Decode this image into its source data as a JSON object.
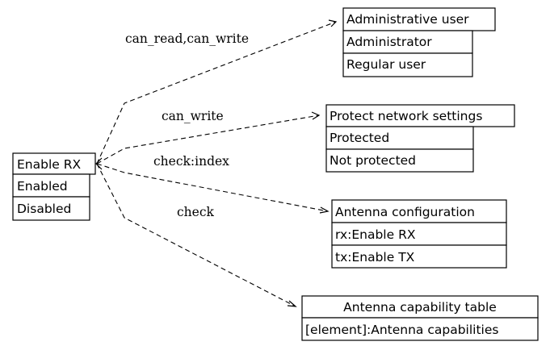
{
  "nodes": {
    "enable_rx": {
      "title": "Enable RX",
      "rows": [
        "Enabled",
        "Disabled"
      ]
    },
    "admin_user": {
      "title": "Administrative user",
      "rows": [
        "Administrator",
        "Regular user"
      ]
    },
    "protect_net": {
      "title": "Protect network settings",
      "rows": [
        "Protected",
        "Not protected"
      ]
    },
    "antenna_config": {
      "title": "Antenna configuration",
      "rows": [
        "rx:Enable RX",
        "tx:Enable TX"
      ]
    },
    "antenna_cap": {
      "title": "Antenna capability table",
      "rows": [
        "[element]:Antenna capabilities"
      ]
    }
  },
  "edges": [
    {
      "from": "enable_rx",
      "to": "admin_user",
      "label": "can_read,can_write"
    },
    {
      "from": "enable_rx",
      "to": "protect_net",
      "label": "can_write"
    },
    {
      "from": "enable_rx",
      "to": "antenna_config",
      "label": "check:index"
    },
    {
      "from": "enable_rx",
      "to": "antenna_cap",
      "label": "check"
    }
  ]
}
